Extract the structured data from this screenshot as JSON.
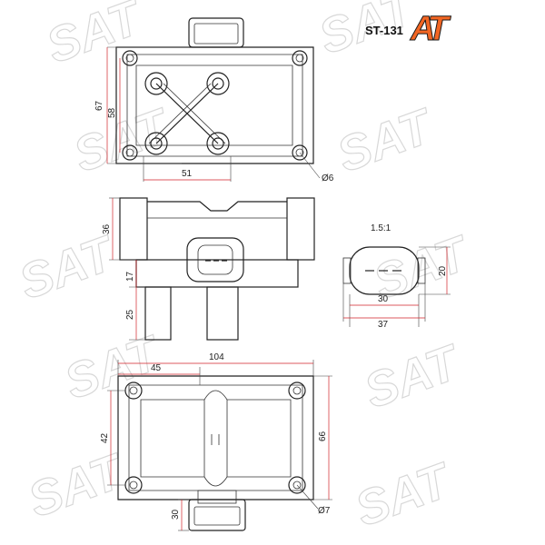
{
  "header": {
    "part_code": "ST-131",
    "logo_letters": "AT",
    "logo_color": "#f26522",
    "logo_stroke": "#1a1a1a"
  },
  "watermark": {
    "text": "SAT",
    "color": "#d8d8d8"
  },
  "colors": {
    "outline": "#222222",
    "dimension_line": "#d2232a"
  },
  "top_view": {
    "height_outer": "67",
    "height_inner": "58",
    "width_holes": "51",
    "hole_diameter": "Ø6"
  },
  "side_view": {
    "body_height": "36",
    "connector_offset": "17",
    "leg_height": "25"
  },
  "connector_view": {
    "scale": "1.5:1",
    "height": "20",
    "width_inner": "30",
    "width_outer": "37"
  },
  "bottom_view": {
    "overall_width": "104",
    "half_width": "45",
    "height_left": "42",
    "height_right": "66",
    "tab_height": "30",
    "hole_diameter": "Ø7"
  }
}
